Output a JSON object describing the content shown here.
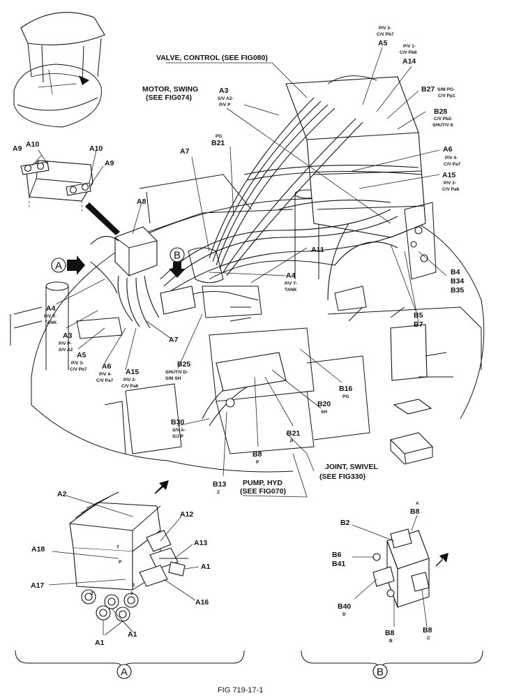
{
  "figure_caption": "FIG 719-17-1",
  "callouts": {
    "valve_control": "VALVE, CONTROL (SEE FIG080)",
    "motor_swing_1": "MOTOR, SWING",
    "motor_swing_2": "(SEE FIG074)",
    "joint_swivel_1": "JOINT, SWIVEL",
    "joint_swivel_2": "(SEE FIG330)",
    "pump_hyd_1": "PUMP, HYD",
    "pump_hyd_2": "(SEE FIG070)"
  },
  "labels": {
    "a5_top_sub": "P/V 3-",
    "a5_top_sub2": "C/V Pb7",
    "a5_top": "A5",
    "a14_sub": "P/V 1-",
    "a14_sub2": "C/V Pb6",
    "a14": "A14",
    "a3_top": "A3",
    "a3_top_sub": "S/V A2-",
    "a3_top_sub2": "P/V P",
    "b27": "B27",
    "b27_sub": "S/M PG-",
    "b27_sub2": "C/V Pp1",
    "b28": "B28",
    "b28_sub": "C/V Pb2-",
    "b28_sub2": "SHUT/V 8",
    "b21_top_sub": "PG",
    "b21_top": "B21",
    "a7_top": "A7",
    "a9_left": "A9",
    "a10_left": "A10",
    "a10_right": "A10",
    "a9_right": "A9",
    "a6_right": "A6",
    "a6_right_sub": "P/V 4-",
    "a6_right_sub2": "C/V Pa7",
    "a15_right": "A15",
    "a15_right_sub": "P/V 2-",
    "a15_right_sub2": "C/V Pa6",
    "a8": "A8",
    "a11": "A11",
    "a4_mid": "A4",
    "a4_mid_sub": "P/V T-",
    "a4_mid_sub2": "TANK",
    "b4": "B4",
    "b34": "B34",
    "b35": "B35",
    "b5": "B5",
    "b7": "B7",
    "a4_left": "A4",
    "a4_left_sub": "P/V T-",
    "a4_left_sub2": "TANK",
    "a3_left": "A3",
    "a3_left_sub": "P/V P-",
    "a3_left_sub2": "S/V A2",
    "a5_left": "A5",
    "a5_left_sub": "P/V 3-",
    "a5_left_sub2": "C/V Pb7",
    "a6_left": "A6",
    "a6_left_sub": "P/V 4-",
    "a6_left_sub2": "C/V Pa7",
    "a15_left": "A15",
    "a15_left_sub": "P/V 2-",
    "a15_left_sub2": "C/V Pa6",
    "a7_mid": "A7",
    "b25": "B25",
    "b25_sub": "SHUT/V D-",
    "b25_sub2": "S/M SH",
    "b16": "B16",
    "b16_sub": "PG",
    "b20": "B20",
    "b20_sub": "SH",
    "b30": "B30",
    "b30_sub": "S/V A-",
    "b30_sub2": "S/J P",
    "b21_low": "B21",
    "b21_low_sub": "P",
    "b8_mid": "B8",
    "b8_mid_sub": "P",
    "b13": "B13",
    "b13_sub": "Z",
    "a2": "A2",
    "a12": "A12",
    "a13": "A13",
    "a18": "A18",
    "a1_r": "A1",
    "a17": "A17",
    "a16": "A16",
    "a1_bl": "A1",
    "a1_br": "A1",
    "port_t": "T",
    "port_p": "P",
    "port_1": "1",
    "port_2": "2",
    "port_3": "3",
    "b8_top_sub": "A",
    "b8_top": "B8",
    "b2": "B2",
    "b6": "B6",
    "b41": "B41",
    "b40": "B40",
    "b40_sub": "D",
    "b8_bl": "B8",
    "b8_bl_sub": "B",
    "b8_br": "B8",
    "b8_br_sub": "C"
  },
  "view_markers": {
    "view_a": "A",
    "view_b": "B",
    "detail_a": "A",
    "detail_b": "B"
  }
}
